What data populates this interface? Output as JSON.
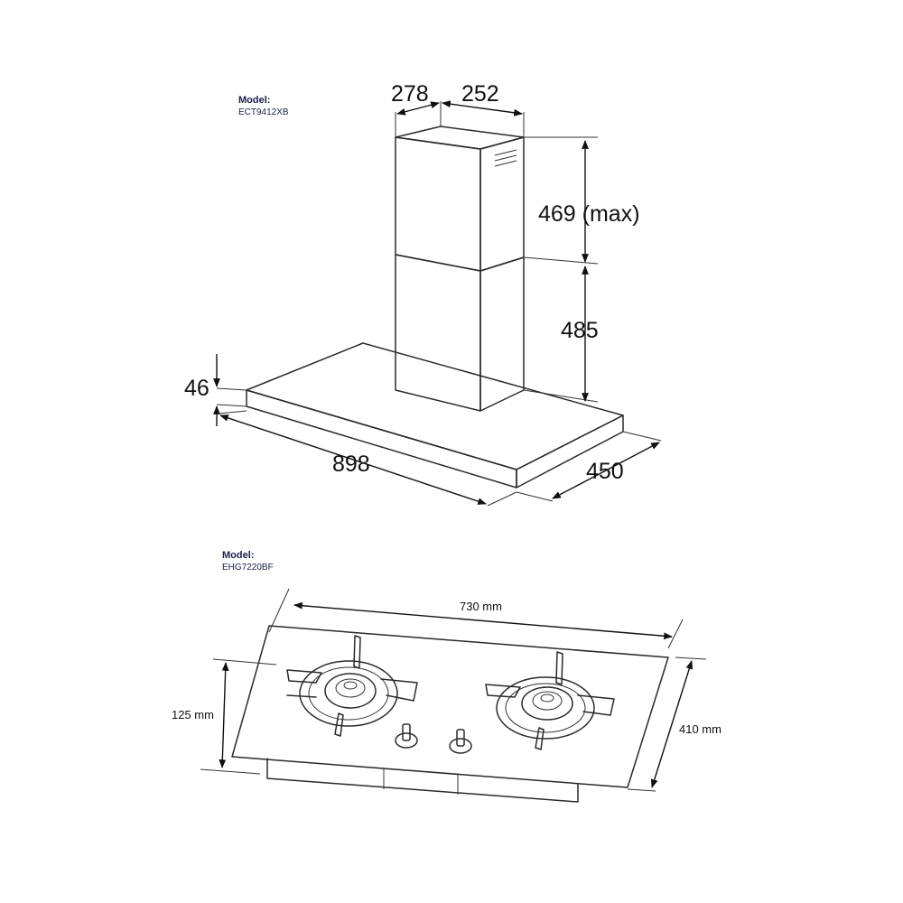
{
  "hood": {
    "model_label": "Model:",
    "model_value": "ECT9412XB",
    "dims": {
      "chimney_width": "278",
      "chimney_depth": "252",
      "upper_height": "469 (max)",
      "lower_height": "485",
      "canopy_thickness": "46",
      "width": "898",
      "depth": "450"
    }
  },
  "hob": {
    "model_label": "Model:",
    "model_value": "EHG7220BF",
    "dims": {
      "width": "730 mm",
      "height": "125 mm",
      "depth": "410 mm"
    }
  }
}
